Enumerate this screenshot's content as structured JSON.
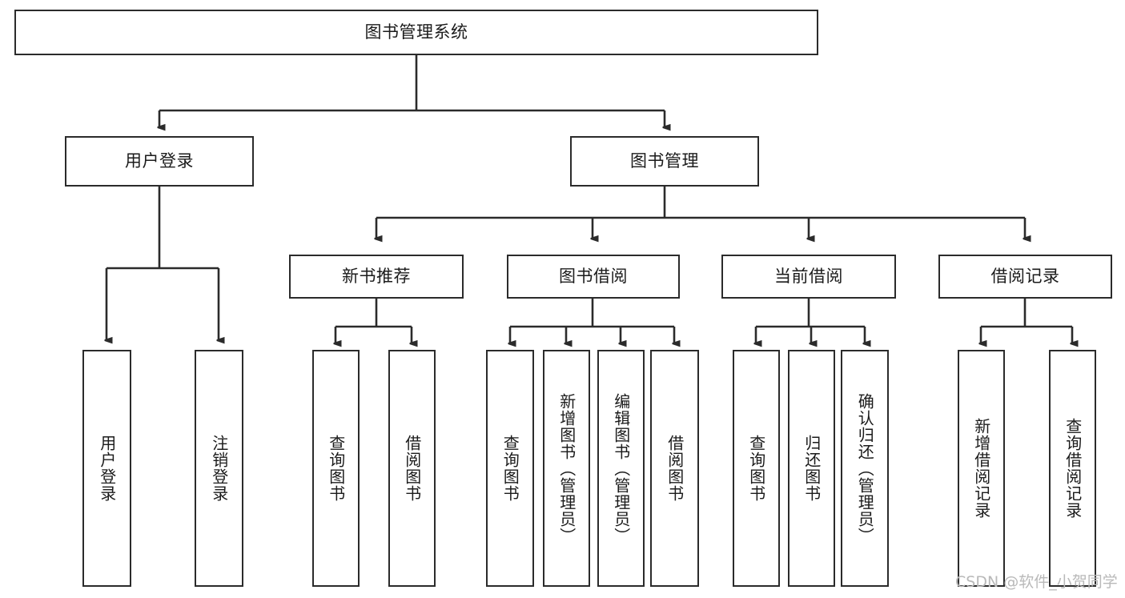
{
  "diagram": {
    "title": "图书管理系统",
    "type": "tree-hierarchy-diagram",
    "colors": {
      "box_border": "#2b2b2b",
      "box_fill": "#ffffff",
      "edge": "#2b2b2b",
      "text": "#1b1b1b",
      "watermark": "#b9b9b9",
      "background": "#ffffff"
    }
  },
  "root": {
    "label": "图书管理系统"
  },
  "level2": [
    {
      "label": "用户登录"
    },
    {
      "label": "图书管理"
    }
  ],
  "level3": [
    {
      "label": "新书推荐"
    },
    {
      "label": "图书借阅"
    },
    {
      "label": "当前借阅"
    },
    {
      "label": "借阅记录"
    }
  ],
  "leaves": {
    "user_login": [
      {
        "label": "用户登录"
      },
      {
        "label": "注销登录"
      }
    ],
    "new_book_recommend": [
      {
        "label": "查询图书"
      },
      {
        "label": "借阅图书"
      }
    ],
    "book_borrow": [
      {
        "label": "查询图书"
      },
      {
        "label": "新增图书（管理员）"
      },
      {
        "label": "编辑图书（管理员）"
      },
      {
        "label": "借阅图书"
      }
    ],
    "current_borrow": [
      {
        "label": "查询图书"
      },
      {
        "label": "归还图书"
      },
      {
        "label": "确认归还（管理员）"
      }
    ],
    "borrow_records": [
      {
        "label": "新增借阅记录"
      },
      {
        "label": "查询借阅记录"
      }
    ]
  },
  "watermark": {
    "text": "CSDN @软件_小贺同学"
  }
}
